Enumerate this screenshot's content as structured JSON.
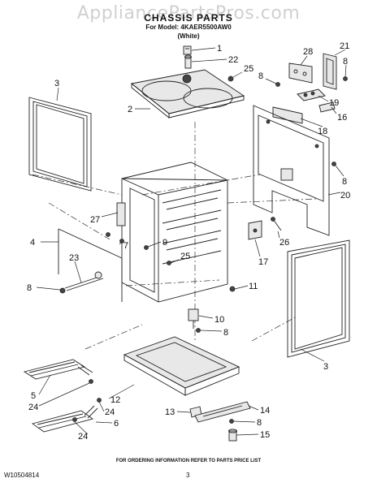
{
  "watermark": "AppliancePartsPros.com",
  "title": "CHASSIS PARTS",
  "model": "For Model: 4KAER5500AW0",
  "color": "(White)",
  "footer": "FOR ORDERING INFORMATION REFER TO PARTS PRICE LIST",
  "doc_number": "W10504814",
  "page_number": "3",
  "callouts": {
    "c1": "1",
    "c22": "22",
    "c25a": "25",
    "c2": "2",
    "c3a": "3",
    "c28": "28",
    "c21": "21",
    "c8a": "8",
    "c8b": "8",
    "c19": "19",
    "c16": "16",
    "c18": "18",
    "c8c": "8",
    "c20": "20",
    "c27": "27",
    "c9": "9",
    "c7": "7",
    "c4": "4",
    "c23": "23",
    "c25b": "25",
    "c26": "26",
    "c17": "17",
    "c8d": "8",
    "c11": "11",
    "c10": "10",
    "c8e": "8",
    "c3b": "3",
    "c5": "5",
    "c24a": "24",
    "c12": "12",
    "c24b": "24",
    "c6": "6",
    "c24c": "24",
    "c13": "13",
    "c14": "14",
    "c8f": "8",
    "c15": "15"
  }
}
